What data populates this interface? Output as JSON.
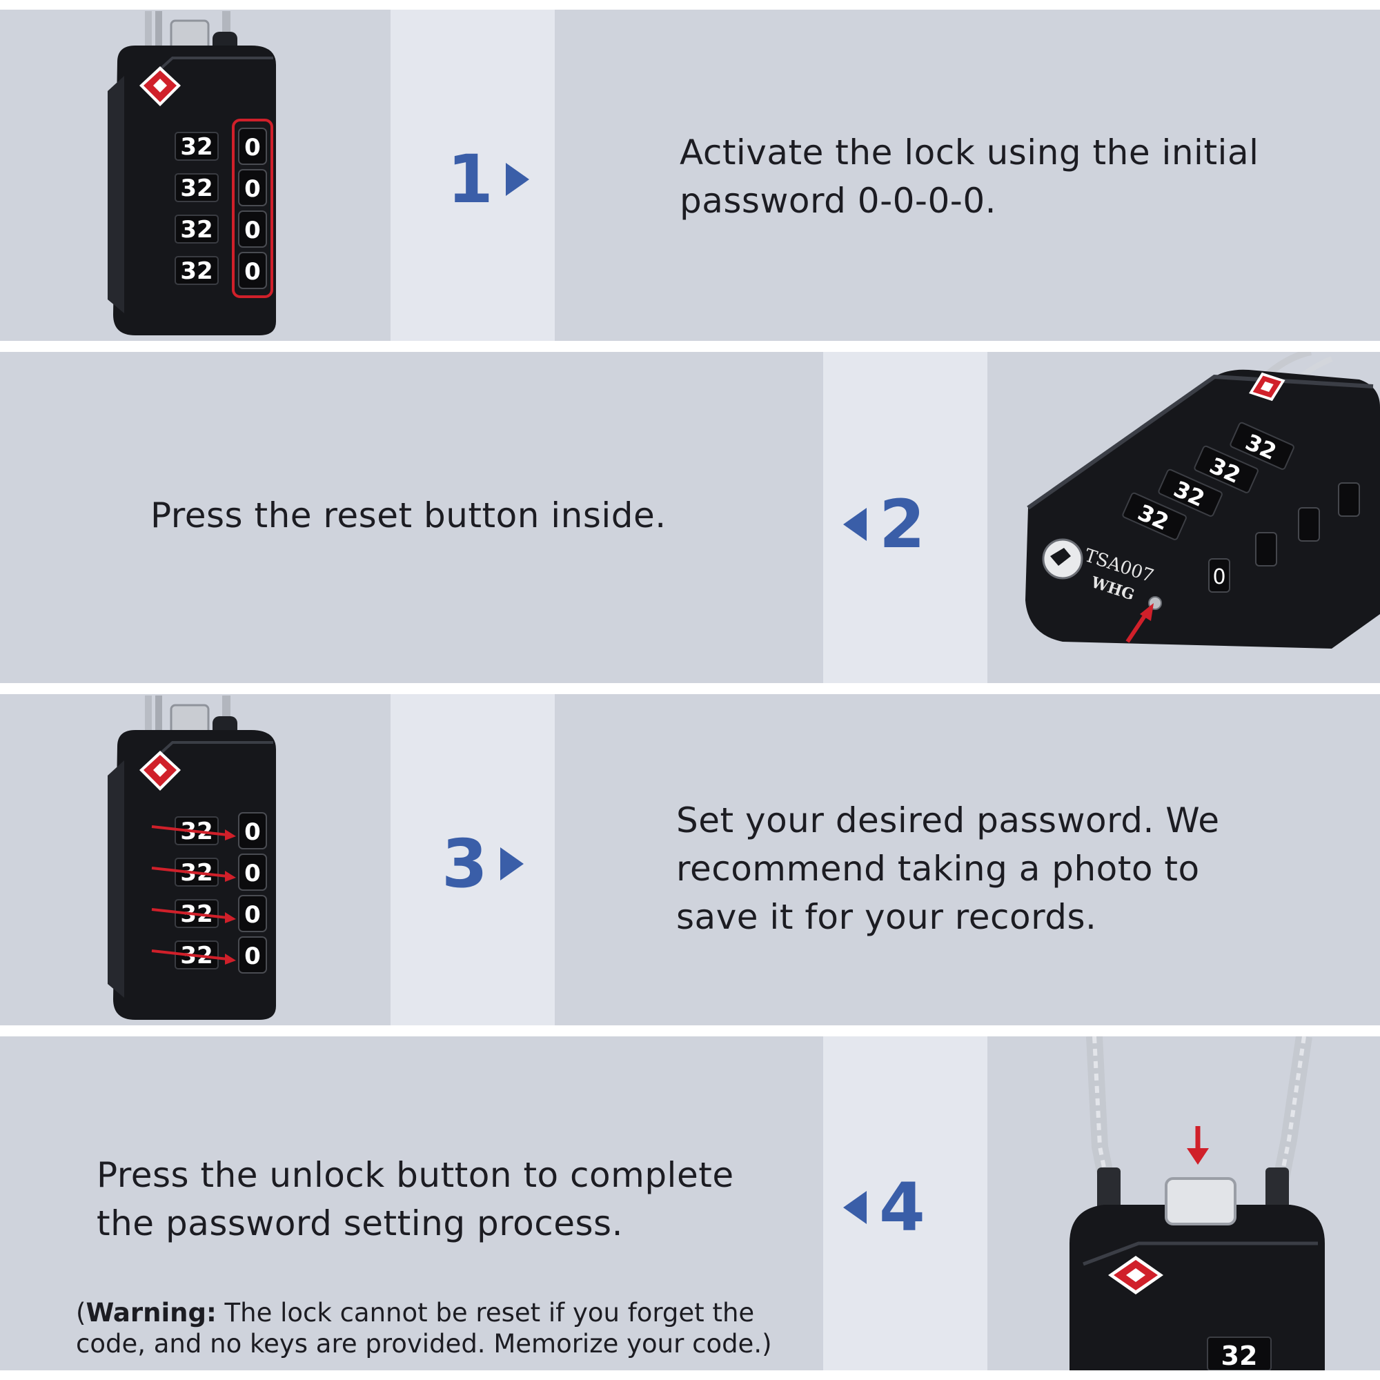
{
  "steps": [
    {
      "number": "1",
      "lines": [
        "Activate the lock using the initial",
        "password 0-0-0-0."
      ]
    },
    {
      "number": "2",
      "lines": [
        "Press the reset button inside."
      ]
    },
    {
      "number": "3",
      "lines": [
        "Set your desired password. We",
        "recommend taking a photo to",
        "save it for your records."
      ]
    },
    {
      "number": "4",
      "lines": [
        "Press the unlock button to complete",
        "the password setting process."
      ]
    }
  ],
  "warning": {
    "open": "(",
    "label": "Warning:",
    "line1_rest": " The lock cannot be reset if you forget the",
    "line2": "code, and no keys are provided. Memorize your code.)"
  },
  "lock": {
    "dial_digits_left": "32",
    "dial_digit_right": "0",
    "engraving_model": "TSA007",
    "engraving_brand": "WHG"
  },
  "colors": {
    "band": "#cfd3dc",
    "strip": "#e4e7ee",
    "accent": "#3a5ea8",
    "highlight": "#d0202a",
    "lock_body": "#16171b"
  },
  "icons": [
    "triangle-right-icon",
    "triangle-left-icon",
    "tsa-diamond-icon",
    "red-arrow-icon"
  ]
}
